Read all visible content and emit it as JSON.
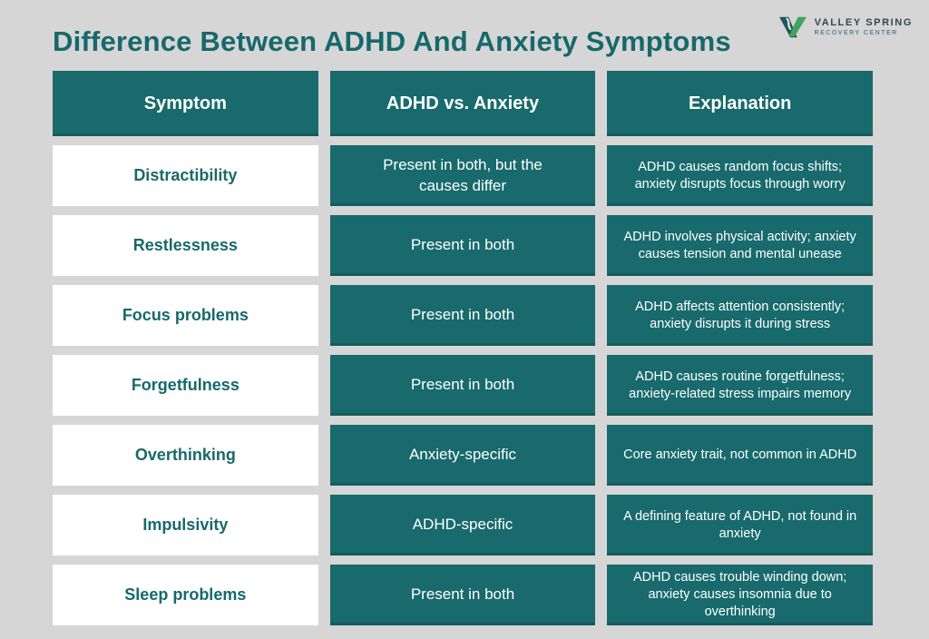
{
  "page": {
    "title": "Difference Between ADHD And Anxiety Symptoms",
    "background_color": "#d6d6d6",
    "accent_color": "#186a6c",
    "cell_text_color_on_teal": "#ffffff",
    "symptom_text_color": "#17696b"
  },
  "logo": {
    "name": "VALLEY SPRING",
    "subtitle": "RECOVERY CENTER",
    "icon": "v-checkmark-icon",
    "icon_colors": {
      "dark": "#23565c",
      "green": "#3fa45c",
      "squiggle": "#eafaf0"
    }
  },
  "table": {
    "headers": [
      "Symptom",
      "ADHD vs. Anxiety",
      "Explanation"
    ],
    "rows": [
      {
        "symptom": "Distractibility",
        "comparison": "Present in both, but the causes differ",
        "explanation": "ADHD causes random focus shifts; anxiety disrupts focus through worry"
      },
      {
        "symptom": "Restlessness",
        "comparison": "Present in both",
        "explanation": "ADHD involves physical activity; anxiety causes tension and mental unease"
      },
      {
        "symptom": "Focus problems",
        "comparison": "Present in both",
        "explanation": "ADHD affects attention consistently; anxiety disrupts it during stress"
      },
      {
        "symptom": "Forgetfulness",
        "comparison": "Present in both",
        "explanation": "ADHD causes routine forgetfulness; anxiety-related stress impairs memory"
      },
      {
        "symptom": "Overthinking",
        "comparison": "Anxiety-specific",
        "explanation": "Core anxiety trait, not common in ADHD"
      },
      {
        "symptom": "Impulsivity",
        "comparison": "ADHD-specific",
        "explanation": "A defining feature of ADHD, not found in anxiety"
      },
      {
        "symptom": "Sleep problems",
        "comparison": "Present in both",
        "explanation": "ADHD causes trouble winding down; anxiety causes insomnia due to overthinking"
      }
    ]
  },
  "chart_data": {
    "type": "table",
    "title": "Difference Between ADHD And Anxiety Symptoms",
    "columns": [
      "Symptom",
      "ADHD vs. Anxiety",
      "Explanation"
    ],
    "rows": [
      [
        "Distractibility",
        "Present in both, but the causes differ",
        "ADHD causes random focus shifts; anxiety disrupts focus through worry"
      ],
      [
        "Restlessness",
        "Present in both",
        "ADHD involves physical activity; anxiety causes tension and mental unease"
      ],
      [
        "Focus problems",
        "Present in both",
        "ADHD affects attention consistently; anxiety disrupts it during stress"
      ],
      [
        "Forgetfulness",
        "Present in both",
        "ADHD causes routine forgetfulness; anxiety-related stress impairs memory"
      ],
      [
        "Overthinking",
        "Anxiety-specific",
        "Core anxiety trait, not common in ADHD"
      ],
      [
        "Impulsivity",
        "ADHD-specific",
        "A defining feature of ADHD, not found in anxiety"
      ],
      [
        "Sleep problems",
        "Present in both",
        "ADHD causes trouble winding down; anxiety causes insomnia due to overthinking"
      ]
    ]
  }
}
